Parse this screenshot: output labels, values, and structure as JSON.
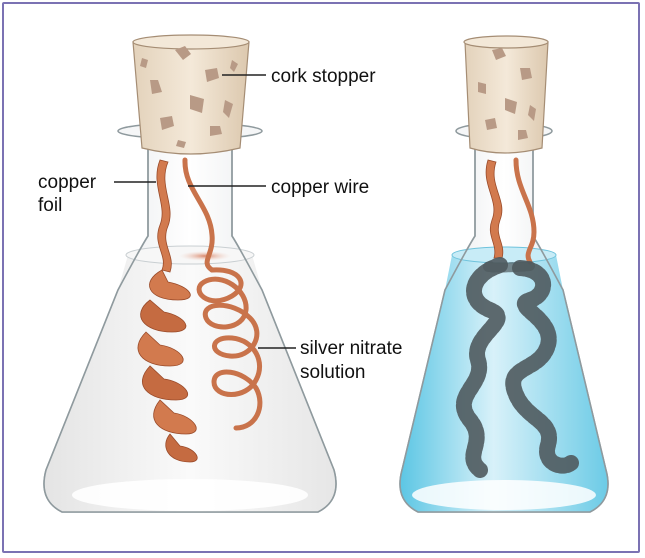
{
  "diagram": {
    "labels": {
      "cork_stopper": "cork stopper",
      "copper_wire": "copper wire",
      "copper_foil_line1": "copper",
      "copper_foil_line2": "foil",
      "silver_nitrate_line1": "silver nitrate",
      "silver_nitrate_line2": "solution"
    },
    "colors": {
      "frame": "#7b72b3",
      "cork": "#efe2cf",
      "cork_spots": "#b89a86",
      "copper": "#d27a4e",
      "clear_solution": "#f2f2f2",
      "blue_solution": "#a6dff0",
      "silver_crystals": "#4f5a5e",
      "glass_edge": "#9aa6aa"
    }
  }
}
